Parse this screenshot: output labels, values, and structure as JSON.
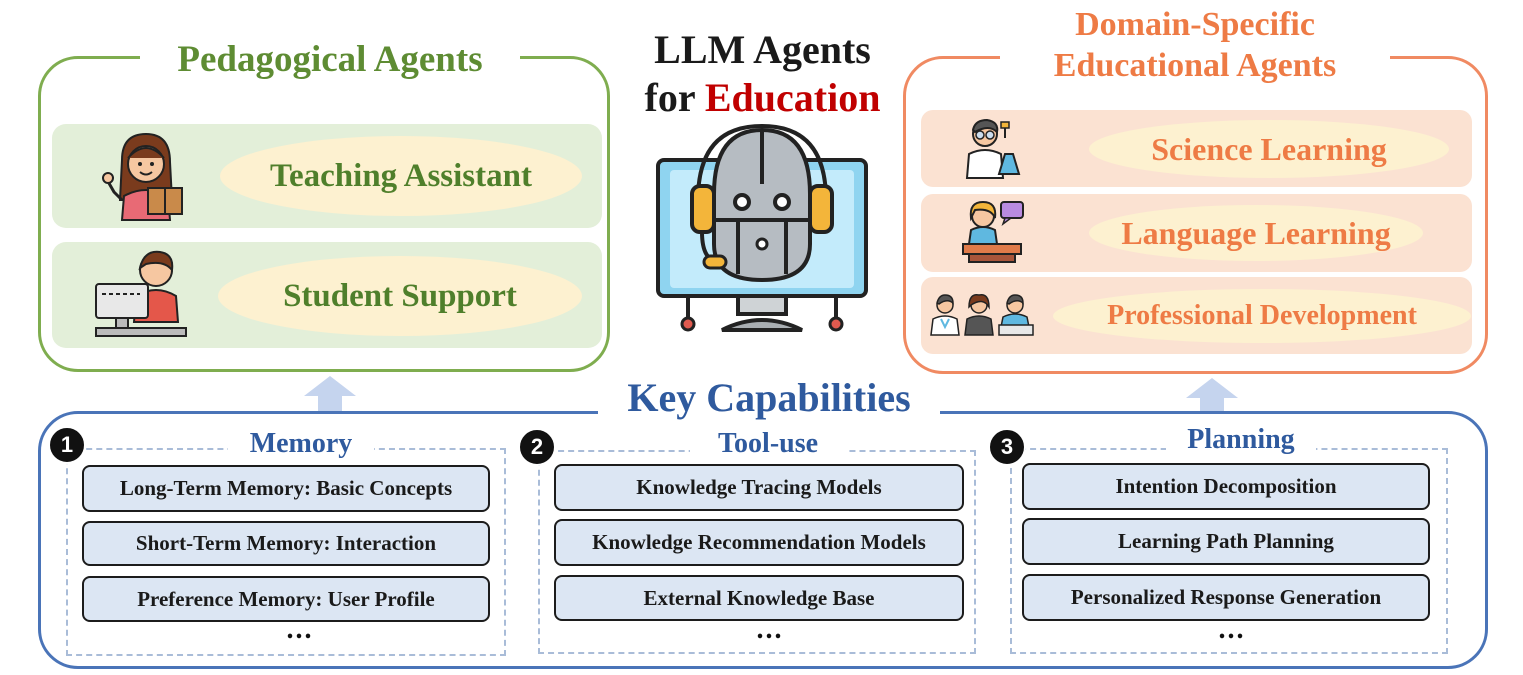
{
  "center": {
    "title_line1": "LLM Agents",
    "title_prefix": "for",
    "title_highlight": "Education"
  },
  "pedagogical": {
    "title": "Pedagogical Agents",
    "items": [
      {
        "label": "Teaching Assistant",
        "icon": "teacher-icon"
      },
      {
        "label": "Student Support",
        "icon": "student-computer-icon"
      }
    ]
  },
  "domain": {
    "title_line1": "Domain-Specific",
    "title_line2": "Educational Agents",
    "items": [
      {
        "label": "Science Learning",
        "icon": "scientist-icon"
      },
      {
        "label": "Language Learning",
        "icon": "language-teacher-icon"
      },
      {
        "label": "Professional Development",
        "icon": "professionals-icon"
      }
    ]
  },
  "capabilities": {
    "title": "Key Capabilities",
    "columns": [
      {
        "number": "1",
        "title": "Memory",
        "items": [
          "Long-Term Memory: Basic Concepts",
          "Short-Term Memory: Interaction",
          "Preference Memory: User Profile"
        ],
        "more": "..."
      },
      {
        "number": "2",
        "title": "Tool-use",
        "items": [
          "Knowledge Tracing Models",
          "Knowledge Recommendation Models",
          "External Knowledge Base"
        ],
        "more": "..."
      },
      {
        "number": "3",
        "title": "Planning",
        "items": [
          "Intention Decomposition",
          "Learning Path Planning",
          "Personalized Response Generation"
        ],
        "more": "..."
      }
    ]
  },
  "colors": {
    "pedagogical": "#7fad4f",
    "domain": "#f08a62",
    "capabilities": "#4a74b8",
    "highlight": "#c00000"
  }
}
